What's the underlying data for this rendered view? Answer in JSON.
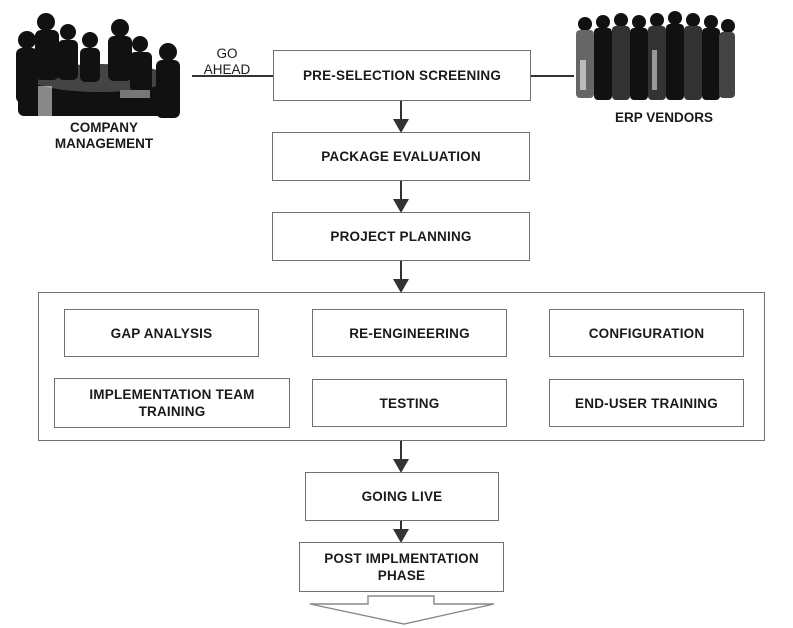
{
  "management": {
    "label_line1": "COMPANY",
    "label_line2": "MANAGEMENT",
    "image_icon": "business-meeting-people-icon"
  },
  "vendors": {
    "label": "ERP VENDORS",
    "image_icon": "crowd-of-people-icon"
  },
  "go_ahead": {
    "line1": "GO",
    "line2": "AHEAD"
  },
  "steps": {
    "pre_selection": "PRE-SELECTION SCREENING",
    "package_evaluation": "PACKAGE EVALUATION",
    "project_planning": "PROJECT PLANNING",
    "going_live": "GOING LIVE",
    "post_implementation_line1": "POST IMPLMENTATION",
    "post_implementation_line2": "PHASE"
  },
  "implementation_group": {
    "gap_analysis": "GAP ANALYSIS",
    "re_engineering": "RE-ENGINEERING",
    "configuration": "CONFIGURATION",
    "team_training_line1": "IMPLEMENTATION TEAM",
    "team_training_line2": "TRAINING",
    "testing": "TESTING",
    "end_user_training": "END-USER TRAINING"
  },
  "colors": {
    "stroke": "#707070",
    "ink": "#1a1a1a",
    "silhouette": "#111111"
  }
}
